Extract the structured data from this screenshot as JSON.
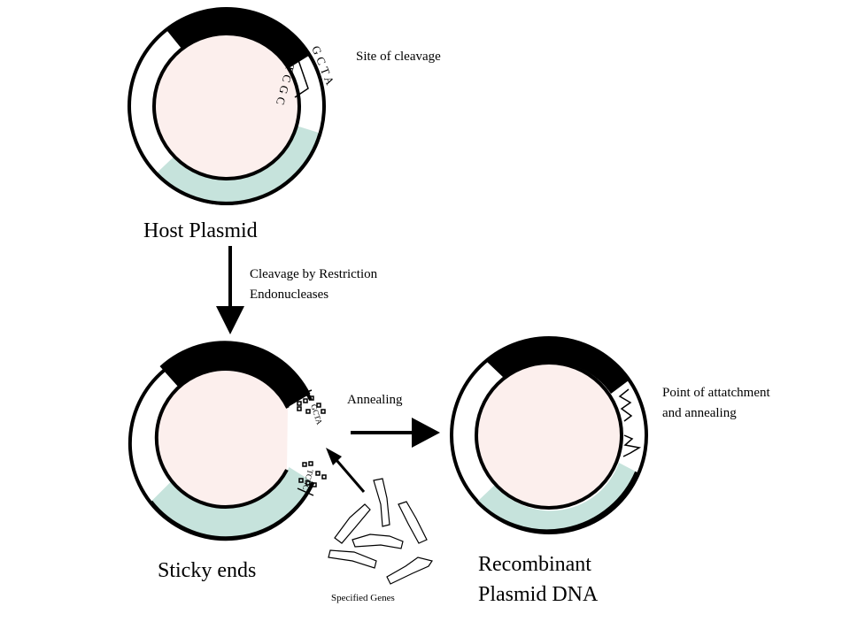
{
  "labels": {
    "site_of_cleavage": "Site of cleavage",
    "host_plasmid": "Host Plasmid",
    "cleavage_line1": "Cleavage by Restriction",
    "cleavage_line2": "Endonucleases",
    "annealing": "Annealing",
    "point_line1": "Point of attatchment",
    "point_line2": "and annealing",
    "sticky_ends": "Sticky ends",
    "specified_genes": "Specified Genes",
    "recombinant_line1": "Recombinant",
    "recombinant_line2": "Plasmid DNA"
  },
  "sequences": {
    "top_strand": "GCTA",
    "bottom_strand": "TCGC"
  },
  "colors": {
    "inner_fill": "#fcefed",
    "teal_band": "#c6e3dc",
    "black_band": "#000000"
  }
}
